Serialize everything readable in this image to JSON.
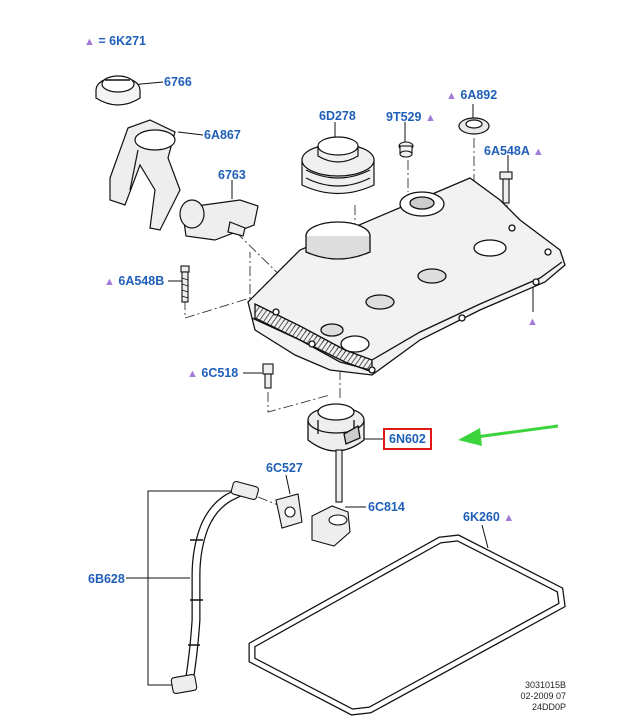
{
  "legend": {
    "marker": "▲",
    "text": "= 6K271"
  },
  "parts": {
    "p6766": "6766",
    "p6A867": "6A867",
    "p6763": "6763",
    "p6D278": "6D278",
    "p9T529": "9T529",
    "p6A892": "6A892",
    "p6A548A_top": "6A548A",
    "p6A548B": "6A548B",
    "p6C518": "6C518",
    "p6N602": "6N602",
    "p6C527": "6C527",
    "p6C814": "6C814",
    "p6K260": "6K260",
    "p6B628": "6B628"
  },
  "marker": "▲",
  "footer": {
    "line1": "3031015B",
    "line2": "02-2009 07",
    "line3": "24DD0P"
  },
  "colors": {
    "label": "#1f5fb8",
    "marker": "#a27ad8",
    "highlight": "#e01818",
    "arrow": "#3cd43c"
  }
}
